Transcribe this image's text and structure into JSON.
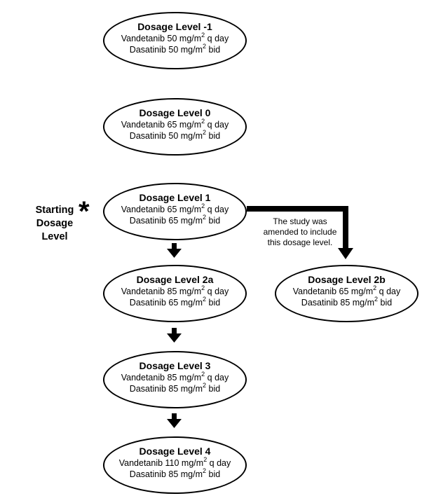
{
  "nodes": {
    "level_m1": {
      "title": "Dosage Level -1",
      "v_prefix": "Vandetanib 50 mg/m",
      "v_sup": "2",
      "v_suffix": " q day",
      "d_prefix": "Dasatinib 50 mg/m",
      "d_sup": "2",
      "d_suffix": " bid"
    },
    "level_0": {
      "title": "Dosage Level 0",
      "v_prefix": "Vandetanib 65 mg/m",
      "v_sup": "2",
      "v_suffix": " q day",
      "d_prefix": "Dasatinib 50 mg/m",
      "d_sup": "2",
      "d_suffix": " bid"
    },
    "level_1": {
      "title": "Dosage Level 1",
      "v_prefix": "Vandetanib 65 mg/m",
      "v_sup": "2",
      "v_suffix": " q day",
      "d_prefix": "Dasatinib 65 mg/m",
      "d_sup": "2",
      "d_suffix": " bid"
    },
    "level_2a": {
      "title": "Dosage Level 2a",
      "v_prefix": "Vandetanib 85 mg/m",
      "v_sup": "2",
      "v_suffix": " q day",
      "d_prefix": "Dasatinib 65 mg/m",
      "d_sup": "2",
      "d_suffix": " bid"
    },
    "level_2b": {
      "title": "Dosage Level 2b",
      "v_prefix": "Vandetanib 65 mg/m",
      "v_sup": "2",
      "v_suffix": " q day",
      "d_prefix": "Dasatinib 85 mg/m",
      "d_sup": "2",
      "d_suffix": " bid"
    },
    "level_3": {
      "title": "Dosage Level 3",
      "v_prefix": "Vandetanib 85 mg/m",
      "v_sup": "2",
      "v_suffix": " q day",
      "d_prefix": "Dasatinib 85 mg/m",
      "d_sup": "2",
      "d_suffix": " bid"
    },
    "level_4": {
      "title": "Dosage Level 4",
      "v_prefix": "Vandetanib 110 mg/m",
      "v_sup": "2",
      "v_suffix": " q day",
      "d_prefix": "Dasatinib 85 mg/m",
      "d_sup": "2",
      "d_suffix": " bid"
    }
  },
  "starting_label": {
    "line1": "Starting",
    "line2": "Dosage Level",
    "marker": "*"
  },
  "amendment_note": {
    "line1": "The study was",
    "line2": "amended to include",
    "line3": "this dosage level."
  },
  "colors": {
    "stroke": "#000000",
    "background": "#ffffff"
  }
}
